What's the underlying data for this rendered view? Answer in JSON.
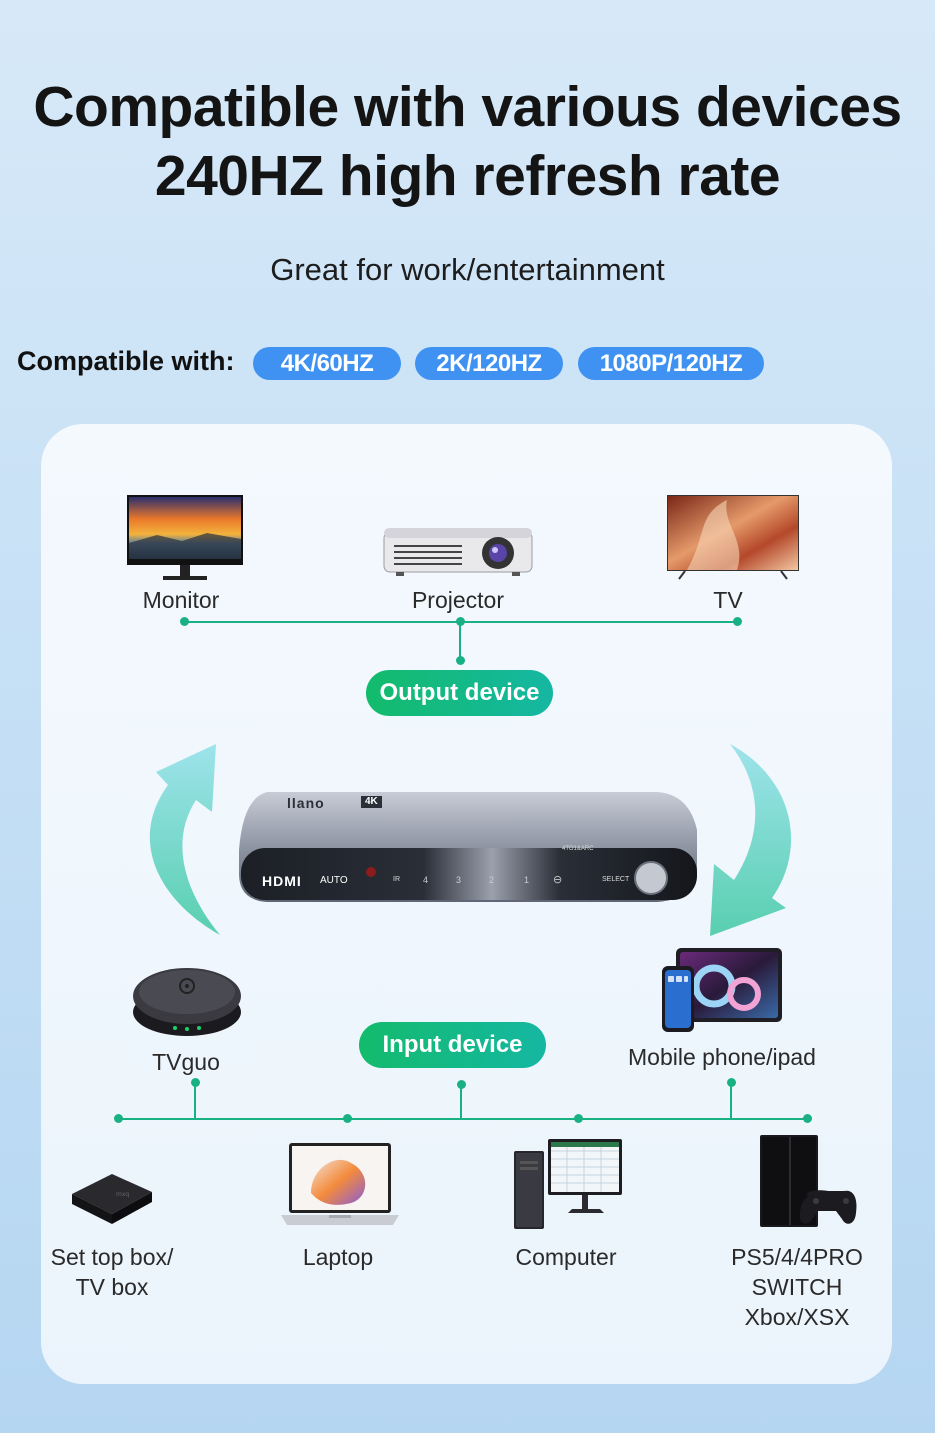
{
  "header": {
    "title_line1": "Compatible with various devices",
    "title_line2": "240HZ high refresh rate",
    "subtitle": "Great for work/entertainment"
  },
  "compat": {
    "label": "Compatible with:",
    "modes": [
      "4K/60HZ",
      "2K/120HZ",
      "1080P/120HZ"
    ]
  },
  "outputs": {
    "badge": "Output device",
    "devices": [
      "Monitor",
      "Projector",
      "TV"
    ]
  },
  "switch": {
    "brand": "llano",
    "brand_badge": "4K",
    "hdmi_text": "HDMI",
    "auto_text": "AUTO",
    "ir_text": "IR",
    "ports": [
      "4",
      "3",
      "2",
      "1"
    ],
    "model_text": "4TO1&ARC",
    "select_text": "SELECT"
  },
  "inputs": {
    "badge": "Input device",
    "upper_devices": [
      "TVguo",
      "Mobile phone/ipad"
    ],
    "lower_devices": [
      {
        "line1": "Set top box/",
        "line2": "TV box",
        "line3": ""
      },
      {
        "line1": "Laptop",
        "line2": "",
        "line3": ""
      },
      {
        "line1": "Computer",
        "line2": "",
        "line3": ""
      },
      {
        "line1": "PS5/4/4PRO",
        "line2": "SWITCH",
        "line3": "Xbox/XSX"
      }
    ]
  },
  "colors": {
    "accent_blue": "#3f92f2",
    "connector_green": "#19b184",
    "badge_green": "#13bb6c"
  }
}
